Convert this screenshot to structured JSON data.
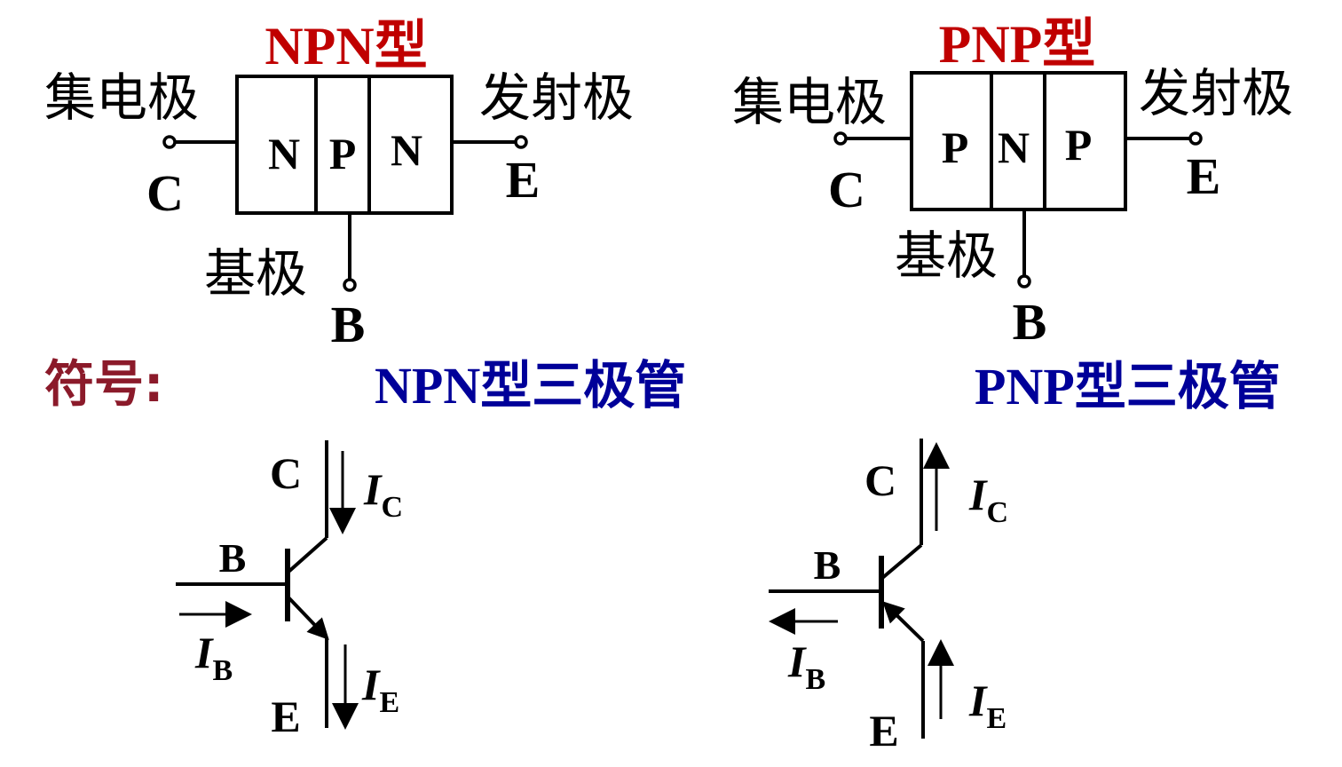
{
  "npn_structure": {
    "title": "NPN型",
    "collector_label": "集电极",
    "emitter_label": "发射极",
    "base_label": "基极",
    "regions": [
      "N",
      "P",
      "N"
    ],
    "pin_collector": "C",
    "pin_emitter": "E",
    "pin_base": "B"
  },
  "pnp_structure": {
    "title": "PNP型",
    "collector_label": "集电极",
    "emitter_label": "发射极",
    "base_label": "基极",
    "regions": [
      "P",
      "N",
      "P"
    ],
    "pin_collector": "C",
    "pin_emitter": "E",
    "pin_base": "B"
  },
  "symbol_heading": "符号:",
  "npn_symbol": {
    "title": "NPN型三极管",
    "label_c": "C",
    "label_b": "B",
    "label_e": "E",
    "current_c": "I",
    "current_c_sub": "C",
    "current_b": "I",
    "current_b_sub": "B",
    "current_e": "I",
    "current_e_sub": "E"
  },
  "pnp_symbol": {
    "title": "PNP型三极管",
    "label_c": "C",
    "label_b": "B",
    "label_e": "E",
    "current_c": "I",
    "current_c_sub": "C",
    "current_b": "I",
    "current_b_sub": "B",
    "current_e": "I",
    "current_e_sub": "E"
  },
  "colors": {
    "title_red": "#c00000",
    "heading_maroon": "#8b1a2a",
    "symbol_title_blue": "#000099"
  }
}
